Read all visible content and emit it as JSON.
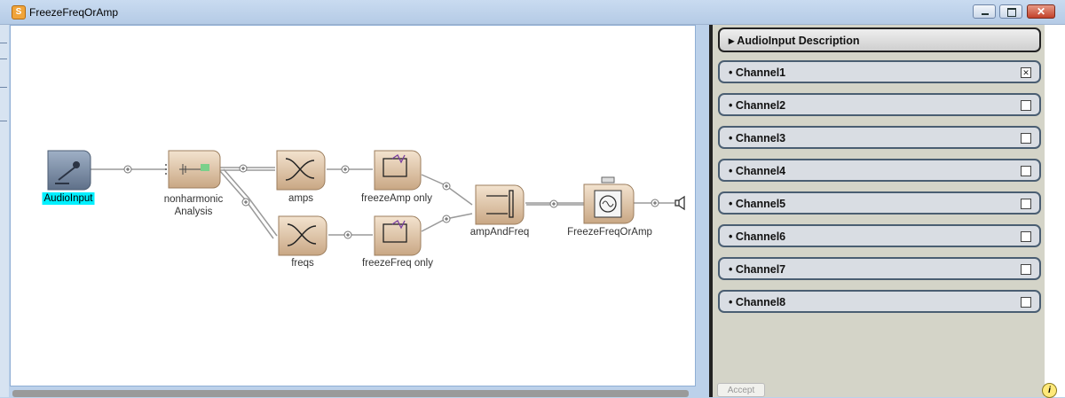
{
  "window": {
    "title": "FreezeFreqOrAmp"
  },
  "nodes": [
    {
      "id": "audio",
      "label": "AudioInput",
      "selected": true
    },
    {
      "id": "nonharm",
      "label": "nonharmonic Analysis"
    },
    {
      "id": "amps",
      "label": "amps"
    },
    {
      "id": "freqs",
      "label": "freqs"
    },
    {
      "id": "freezeamp",
      "label": "freezeAmp only"
    },
    {
      "id": "freezefreq",
      "label": "freezeFreq only"
    },
    {
      "id": "ampfreq",
      "label": "ampAndFreq"
    },
    {
      "id": "ffoa",
      "label": "FreezeFreqOrAmp"
    }
  ],
  "panel": {
    "description": "AudioInput Description",
    "channels": [
      {
        "label": "Channel1",
        "checked": true
      },
      {
        "label": "Channel2",
        "checked": false
      },
      {
        "label": "Channel3",
        "checked": false
      },
      {
        "label": "Channel4",
        "checked": false
      },
      {
        "label": "Channel5",
        "checked": false
      },
      {
        "label": "Channel6",
        "checked": false
      },
      {
        "label": "Channel7",
        "checked": false
      },
      {
        "label": "Channel8",
        "checked": false
      }
    ],
    "accept_label": "Accept"
  },
  "icons": {
    "app": "app-logo-icon",
    "minimize": "minimize-icon",
    "maximize": "maximize-icon",
    "close": "close-icon",
    "info": "info-icon",
    "speaker": "speaker-icon"
  },
  "colors": {
    "selection": "#00f0ff",
    "node": "#e2c9a8"
  }
}
